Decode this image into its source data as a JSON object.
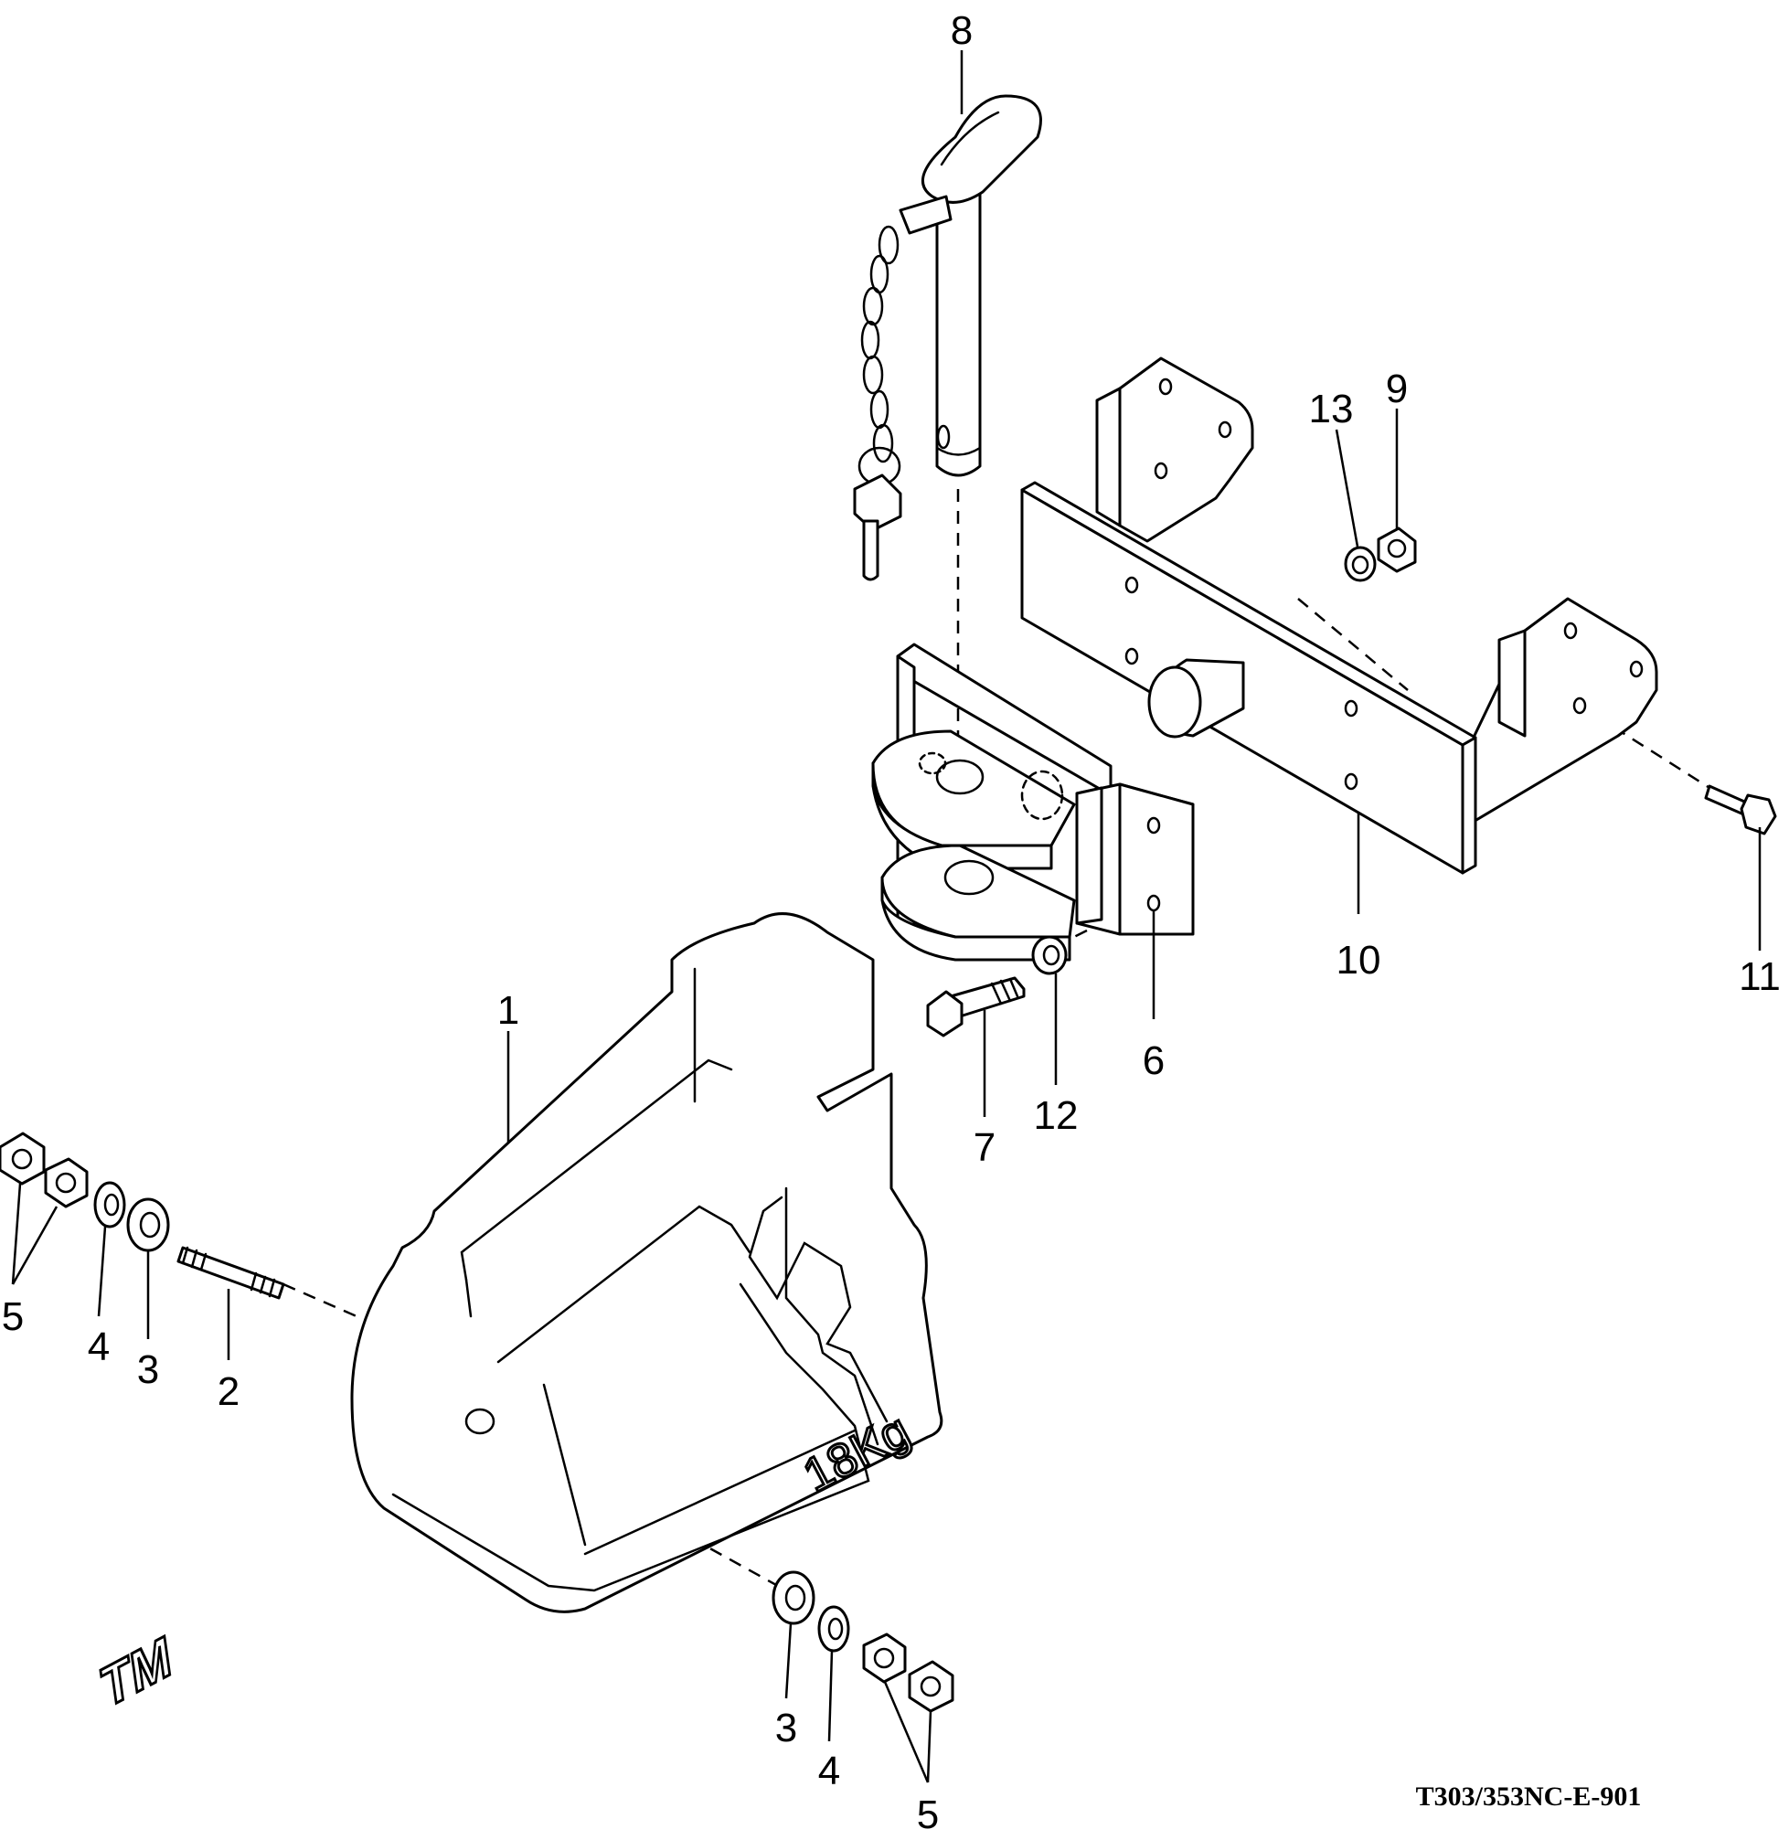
{
  "drawing_code": "T303/353NC-E-901",
  "weight_marking": {
    "logo": "TM",
    "mass": "18Kg"
  },
  "callouts": [
    {
      "id": "c1",
      "label": "1"
    },
    {
      "id": "c2",
      "label": "2"
    },
    {
      "id": "c3a",
      "label": "3"
    },
    {
      "id": "c3b",
      "label": "3"
    },
    {
      "id": "c4a",
      "label": "4"
    },
    {
      "id": "c4b",
      "label": "4"
    },
    {
      "id": "c5a",
      "label": "5"
    },
    {
      "id": "c5b",
      "label": "5"
    },
    {
      "id": "c6",
      "label": "6"
    },
    {
      "id": "c7",
      "label": "7"
    },
    {
      "id": "c8",
      "label": "8"
    },
    {
      "id": "c9",
      "label": "9"
    },
    {
      "id": "c10",
      "label": "10"
    },
    {
      "id": "c11",
      "label": "11"
    },
    {
      "id": "c12",
      "label": "12"
    },
    {
      "id": "c13",
      "label": "13"
    }
  ]
}
